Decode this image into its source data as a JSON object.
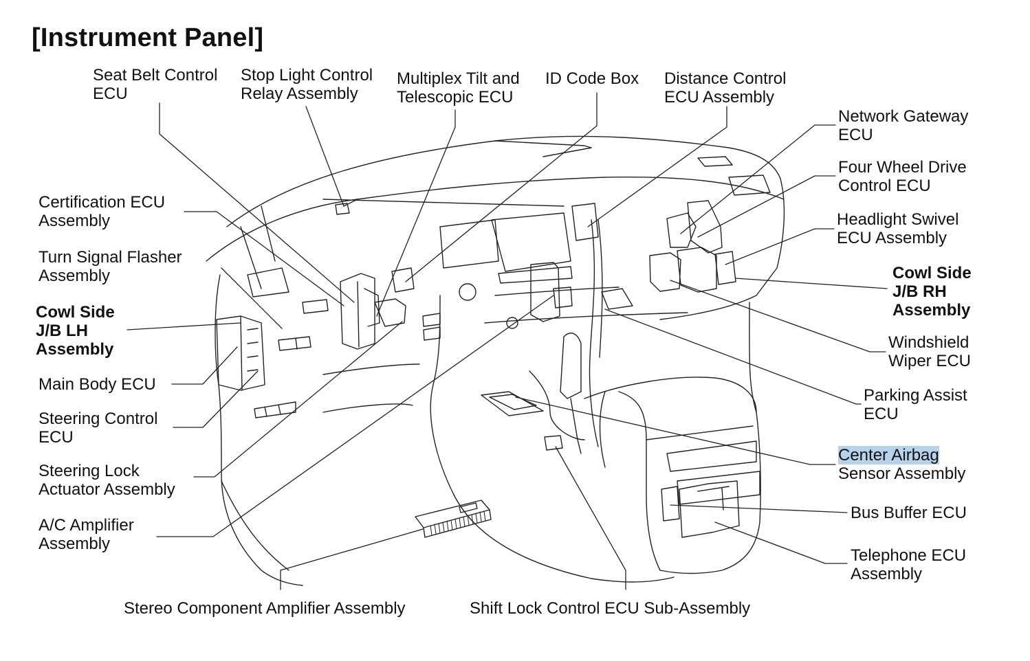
{
  "title": "[Instrument Panel]",
  "labels": {
    "seat_belt": [
      "Seat Belt Control",
      "ECU"
    ],
    "stop_light": [
      "Stop Light Control",
      "Relay Assembly"
    ],
    "multiplex_tilt": [
      "Multiplex Tilt and",
      "Telescopic ECU"
    ],
    "id_code_box": [
      "ID Code Box"
    ],
    "distance_control": [
      "Distance Control",
      "ECU Assembly"
    ],
    "network_gateway": [
      "Network Gateway",
      "ECU"
    ],
    "four_wheel_drive": [
      "Four Wheel Drive",
      "Control ECU"
    ],
    "headlight_swivel": [
      "Headlight Swivel",
      "ECU Assembly"
    ],
    "cowl_side_rh": [
      "Cowl Side",
      "J/B RH",
      "Assembly"
    ],
    "windshield_wiper": [
      "Windshield",
      "Wiper ECU"
    ],
    "parking_assist": [
      "Parking Assist",
      "ECU"
    ],
    "center_airbag": [
      "Center Airbag",
      "Sensor Assembly"
    ],
    "bus_buffer": [
      "Bus Buffer ECU"
    ],
    "telephone": [
      "Telephone ECU",
      "Assembly"
    ],
    "certification": [
      "Certification ECU",
      "Assembly"
    ],
    "turn_signal": [
      "Turn Signal Flasher",
      "Assembly"
    ],
    "cowl_side_lh": [
      "Cowl Side",
      "J/B LH",
      "Assembly"
    ],
    "main_body": [
      "Main Body ECU"
    ],
    "steering_control": [
      "Steering Control",
      "ECU"
    ],
    "steering_lock": [
      "Steering Lock",
      "Actuator Assembly"
    ],
    "ac_amplifier": [
      "A/C Amplifier",
      "Assembly"
    ],
    "stereo_amp": [
      "Stereo Component Amplifier Assembly"
    ],
    "shift_lock": [
      "Shift Lock Control ECU Sub-Assembly"
    ]
  },
  "highlight_color": "#b7d3ea"
}
